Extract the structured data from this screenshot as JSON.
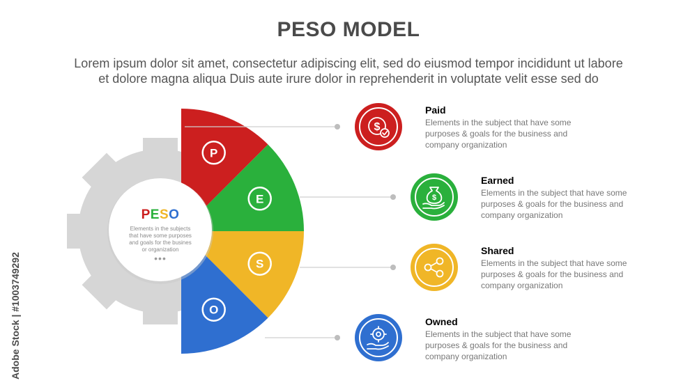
{
  "title": "PESO MODEL",
  "subtitle_line1": "Lorem ipsum dolor sit amet, consectetur adipiscing elit, sed do eiusmod tempor incididunt ut labore",
  "subtitle_line2": "et dolore magna aliqua Duis aute irure dolor in reprehenderit in voluptate velit esse sed do",
  "center": {
    "letters": [
      "P",
      "E",
      "S",
      "O"
    ],
    "desc_lines": [
      "Elements in the subjects",
      "that have some purposes",
      "and goals for the busines",
      "or organization"
    ],
    "dots": "•••"
  },
  "segments": [
    {
      "letter": "P",
      "color": "#cc1f1f"
    },
    {
      "letter": "E",
      "color": "#2ab03c"
    },
    {
      "letter": "S",
      "color": "#f0b627"
    },
    {
      "letter": "O",
      "color": "#2f6fd0"
    }
  ],
  "items": [
    {
      "title": "Paid",
      "color": "#cc1f1f",
      "icon": "dollar-coin-icon",
      "desc": [
        "Elements in the subject that have some",
        "purposes & goals  for the  business and",
        "company organization"
      ]
    },
    {
      "title": "Earned",
      "color": "#2ab03c",
      "icon": "money-bag-hand-icon",
      "desc": [
        "Elements in the subject that have some",
        "purposes & goals  for the  business and",
        "company organization"
      ]
    },
    {
      "title": "Shared",
      "color": "#f0b627",
      "icon": "share-icon",
      "desc": [
        "Elements in the subject that have some",
        "purposes & goals  for the  business and",
        "company organization"
      ]
    },
    {
      "title": "Owned",
      "color": "#2f6fd0",
      "icon": "hand-gear-icon",
      "desc": [
        "Elements in the subject that have some",
        "purposes & goals  for the  business and",
        "company organization"
      ]
    }
  ],
  "colors": {
    "gear": "#d6d6d6",
    "title_text": "#4a4a4a",
    "body_text": "#777777",
    "connector": "#cfcfcf"
  },
  "side_text": "Adobe Stock | #1003749292"
}
